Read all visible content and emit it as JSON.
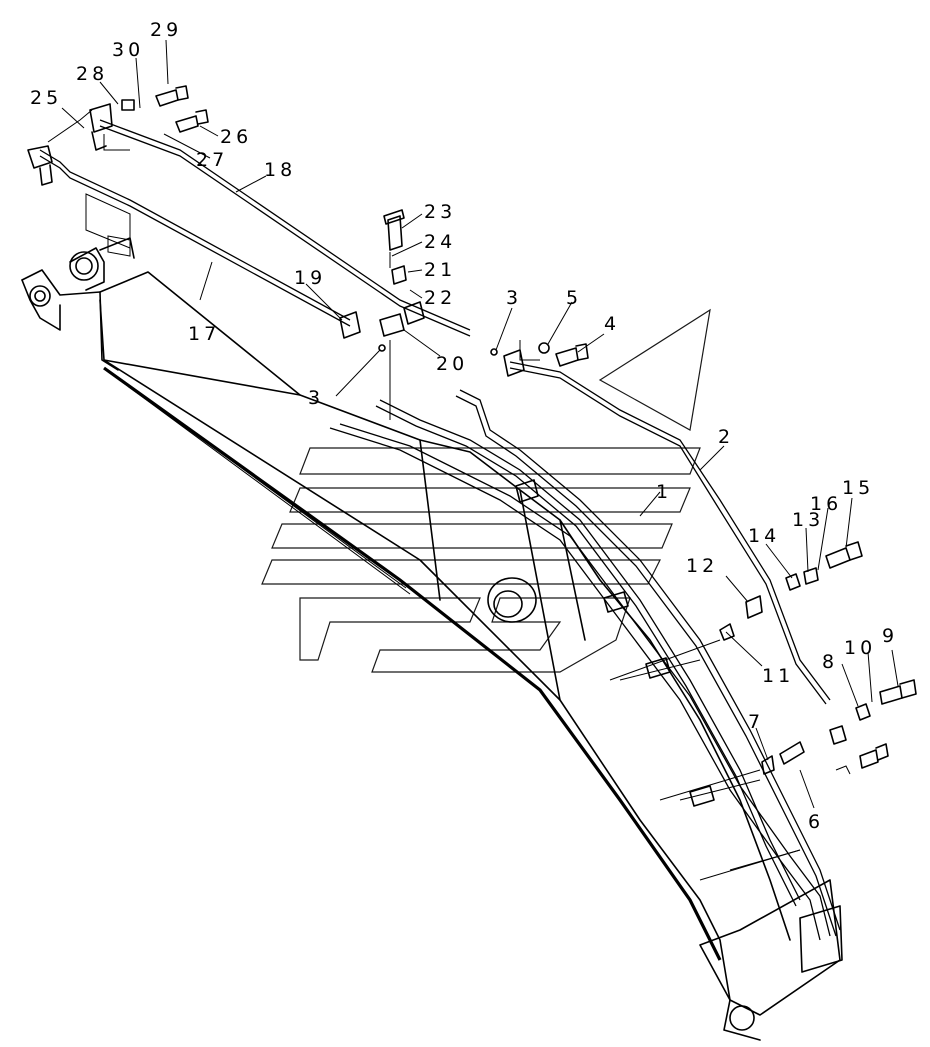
{
  "callouts": [
    {
      "id": "c1",
      "text": "1"
    },
    {
      "id": "c2",
      "text": "2"
    },
    {
      "id": "c3a",
      "text": "3"
    },
    {
      "id": "c3b",
      "text": "3"
    },
    {
      "id": "c4",
      "text": "4"
    },
    {
      "id": "c5",
      "text": "5"
    },
    {
      "id": "c6",
      "text": "6"
    },
    {
      "id": "c7",
      "text": "7"
    },
    {
      "id": "c8",
      "text": "8"
    },
    {
      "id": "c9",
      "text": "9"
    },
    {
      "id": "c10",
      "text": "10"
    },
    {
      "id": "c11",
      "text": "11"
    },
    {
      "id": "c12",
      "text": "12"
    },
    {
      "id": "c13",
      "text": "13"
    },
    {
      "id": "c14",
      "text": "14"
    },
    {
      "id": "c15",
      "text": "15"
    },
    {
      "id": "c16",
      "text": "16"
    },
    {
      "id": "c17",
      "text": "17"
    },
    {
      "id": "c18",
      "text": "18"
    },
    {
      "id": "c19",
      "text": "19"
    },
    {
      "id": "c20",
      "text": "20"
    },
    {
      "id": "c21",
      "text": "21"
    },
    {
      "id": "c22",
      "text": "22"
    },
    {
      "id": "c23",
      "text": "23"
    },
    {
      "id": "c24",
      "text": "24"
    },
    {
      "id": "c25",
      "text": "25"
    },
    {
      "id": "c26",
      "text": "26"
    },
    {
      "id": "c27",
      "text": "27"
    },
    {
      "id": "c28",
      "text": "28"
    },
    {
      "id": "c29",
      "text": "29"
    },
    {
      "id": "c30",
      "text": "30"
    }
  ]
}
